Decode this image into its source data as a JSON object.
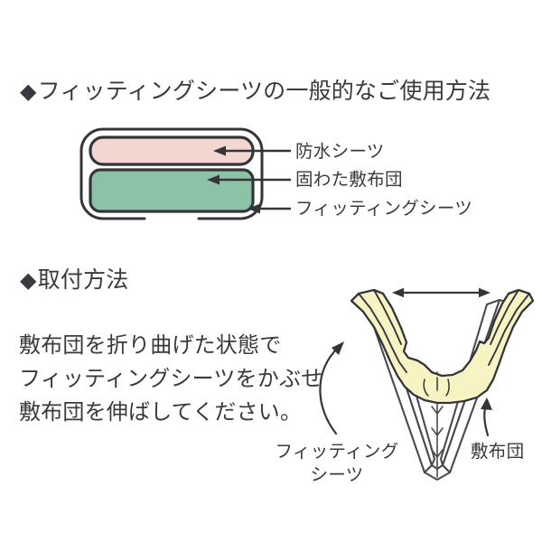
{
  "document": {
    "language": "ja",
    "background_color": "#ffffff",
    "text_color": "#3a3a3e"
  },
  "sections": {
    "usage": {
      "bullet": "◆",
      "heading": "フィッティングシーツの一般的なご使用方法",
      "diagram": {
        "name": "layered-bedding-cross-section",
        "layers": [
          {
            "id": "waterproof-sheet",
            "label": "防水シーツ",
            "fill": "#f3d6cf",
            "stroke": "#33353a"
          },
          {
            "id": "firm-cotton-mattress",
            "label": "固わた敷布団",
            "fill": "#8cc3a6",
            "stroke": "#33353a"
          },
          {
            "id": "fitting-sheet",
            "label": "フィッティングシーツ",
            "fill": "#ffffff",
            "stroke": "#33353a"
          }
        ]
      }
    },
    "install": {
      "bullet": "◆",
      "heading": "取付方法",
      "body_lines": [
        "敷布団を折り曲げた状態で",
        "フィッティングシーツをかぶせ",
        "敷布団を伸ばしてください。"
      ],
      "diagram": {
        "name": "folded-v-mattress-with-sheet",
        "sheet_fill": "#f7f3c2",
        "sheet_stroke": "#33353a",
        "mattress_fill": "#ffffff",
        "mattress_stroke": "#4a4a4e",
        "callouts": [
          {
            "id": "fitting-sheet",
            "label_line1": "フィッティング",
            "label_line2": "シーツ",
            "arrow": "curved-arrow-up-right"
          },
          {
            "id": "mattress",
            "label_line1": "敷布団",
            "label_line2": "",
            "arrow": "curved-arrow-up"
          }
        ],
        "width_indicator": {
          "id": "opening-width",
          "arrow": "double-headed-horizontal-arrow"
        }
      }
    }
  }
}
